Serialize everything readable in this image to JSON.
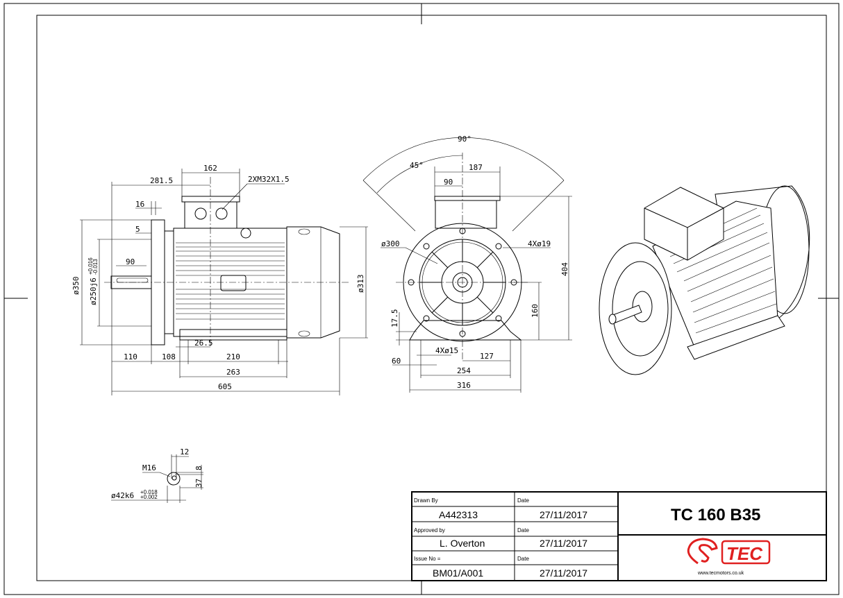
{
  "side_view": {
    "d_281_5": "281.5",
    "d_162": "162",
    "cable_gland": "2XM32X1.5",
    "d_16": "16",
    "d_5": "5",
    "d_90": "90",
    "d_350": "ø350",
    "d_250": "ø250j6",
    "d_250_tol_upper": "+0.016",
    "d_250_tol_lower": "-0.013",
    "d_313": "ø313",
    "d_26_5": "26.5",
    "d_110": "110",
    "d_108": "108",
    "d_210": "210",
    "d_263": "263",
    "d_605": "605"
  },
  "front_view": {
    "angle_90": "90°",
    "angle_45": "45°",
    "d_187": "187",
    "d_90": "90",
    "d_300": "ø300",
    "holes_flange": "4Xø19",
    "d_404": "404",
    "d_160": "160",
    "d_17_5": "17.5",
    "holes_feet": "4Xø15",
    "d_127": "127",
    "d_60": "60",
    "d_254": "254",
    "d_316": "316"
  },
  "shaft_detail": {
    "d_12": "12",
    "thread": "M16",
    "d_8": "8",
    "d_37": "37",
    "d_42": "ø42k6",
    "d_42_tol_upper": "+0.018",
    "d_42_tol_lower": "+0.002"
  },
  "title_block": {
    "drawn_by_label": "Drawn By",
    "drawn_by": "A442313",
    "date_label_1": "Date",
    "date_1": "27/11/2017",
    "approved_by_label": "Approved by",
    "approved_by": "L. Overton",
    "date_label_2": "Date",
    "date_2": "27/11/2017",
    "issue_no_label": "Issue No =",
    "issue_no": "BM01/A001",
    "date_label_3": "Date",
    "date_3": "27/11/2017",
    "model": "TC 160 B35",
    "logo_text": "TEC",
    "website": "www.tecmotors.co.uk",
    "brand_color": "#e02020"
  }
}
